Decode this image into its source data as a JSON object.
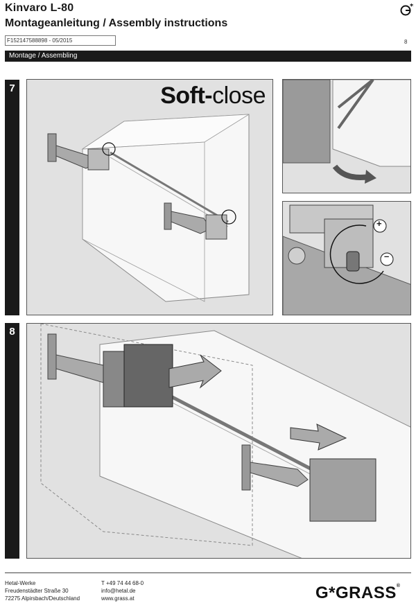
{
  "header": {
    "product": "Kinvaro  L-80",
    "title": "Montageanleitung / Assembly instructions",
    "doc_number": "F152147588898 - 05/2015",
    "page_number": "8"
  },
  "section": {
    "label": "Montage / Assembling"
  },
  "steps": [
    {
      "number": "7",
      "headline_bold": "Soft-",
      "headline_rest": "close"
    },
    {
      "number": "8"
    }
  ],
  "adjust": {
    "plus": "+",
    "minus": "–"
  },
  "footer": {
    "company": "Hetal-Werke",
    "street": "Freudenstädter Straße 30",
    "city": "72275 Alpirsbach/Deutschland",
    "phone": "T +49 74 44 68-0",
    "email": "info@hetal.de",
    "web": "www.grass.at",
    "brand": "G*GRASS",
    "registered": "®"
  },
  "colors": {
    "bar": "#1a1a1a",
    "panel_bg": "#e1e1e1",
    "line": "#555555"
  }
}
